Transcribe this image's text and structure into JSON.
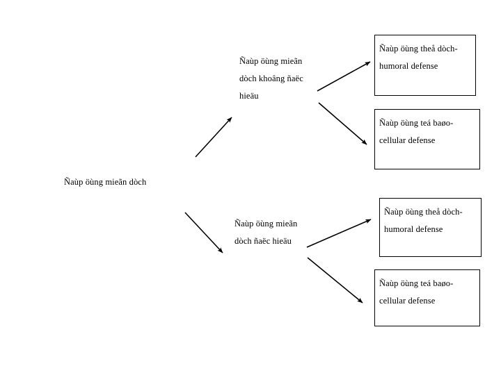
{
  "diagram": {
    "type": "tree",
    "orientation": "left-to-right",
    "title_visible": false,
    "root": {
      "id": "root",
      "text": "Ñaùp öùng mieãn dòch",
      "lines": [
        "Ñaùp öùng mieãn dòch"
      ]
    },
    "branches": [
      {
        "id": "nonspecific",
        "lines": [
          "Ñaùp öùng mieãn",
          "dòch khoâng ñaëc",
          "hieäu"
        ],
        "children": [
          {
            "id": "nonspecific-humoral",
            "lines": [
              "Ñaùp öùng theå dòch-",
              "humoral defense"
            ],
            "boxed": true
          },
          {
            "id": "nonspecific-cellular",
            "lines": [
              "Ñaùp öùng teá baøo-",
              "cellular defense"
            ],
            "boxed": true
          }
        ]
      },
      {
        "id": "specific",
        "lines": [
          "Ñaùp öùng mieãn",
          "dòch ñaëc hieäu"
        ],
        "children": [
          {
            "id": "specific-humoral",
            "lines": [
              "Ñaùp öùng theå dòch-",
              "humoral defense"
            ],
            "boxed": true
          },
          {
            "id": "specific-cellular",
            "lines": [
              "Ñaùp öùng teá baøo-",
              "cellular defense"
            ],
            "boxed": true
          }
        ]
      }
    ],
    "connectors": [
      {
        "id": "root-to-nonspecific",
        "from": "root",
        "to": "nonspecific",
        "direction": "up-right"
      },
      {
        "id": "root-to-specific",
        "from": "root",
        "to": "specific",
        "direction": "down-right"
      },
      {
        "id": "nonspecific-to-humoral",
        "from": "nonspecific",
        "to": "nonspecific-humoral",
        "direction": "up-right"
      },
      {
        "id": "nonspecific-to-cellular",
        "from": "nonspecific",
        "to": "nonspecific-cellular",
        "direction": "down-right"
      },
      {
        "id": "specific-to-humoral",
        "from": "specific",
        "to": "specific-humoral",
        "direction": "up-right"
      },
      {
        "id": "specific-to-cellular",
        "from": "specific",
        "to": "specific-cellular",
        "direction": "down-right"
      }
    ],
    "colors": {
      "background": "#ffffff",
      "text": "#000000",
      "box_border": "#000000",
      "arrow": "#000000"
    }
  }
}
